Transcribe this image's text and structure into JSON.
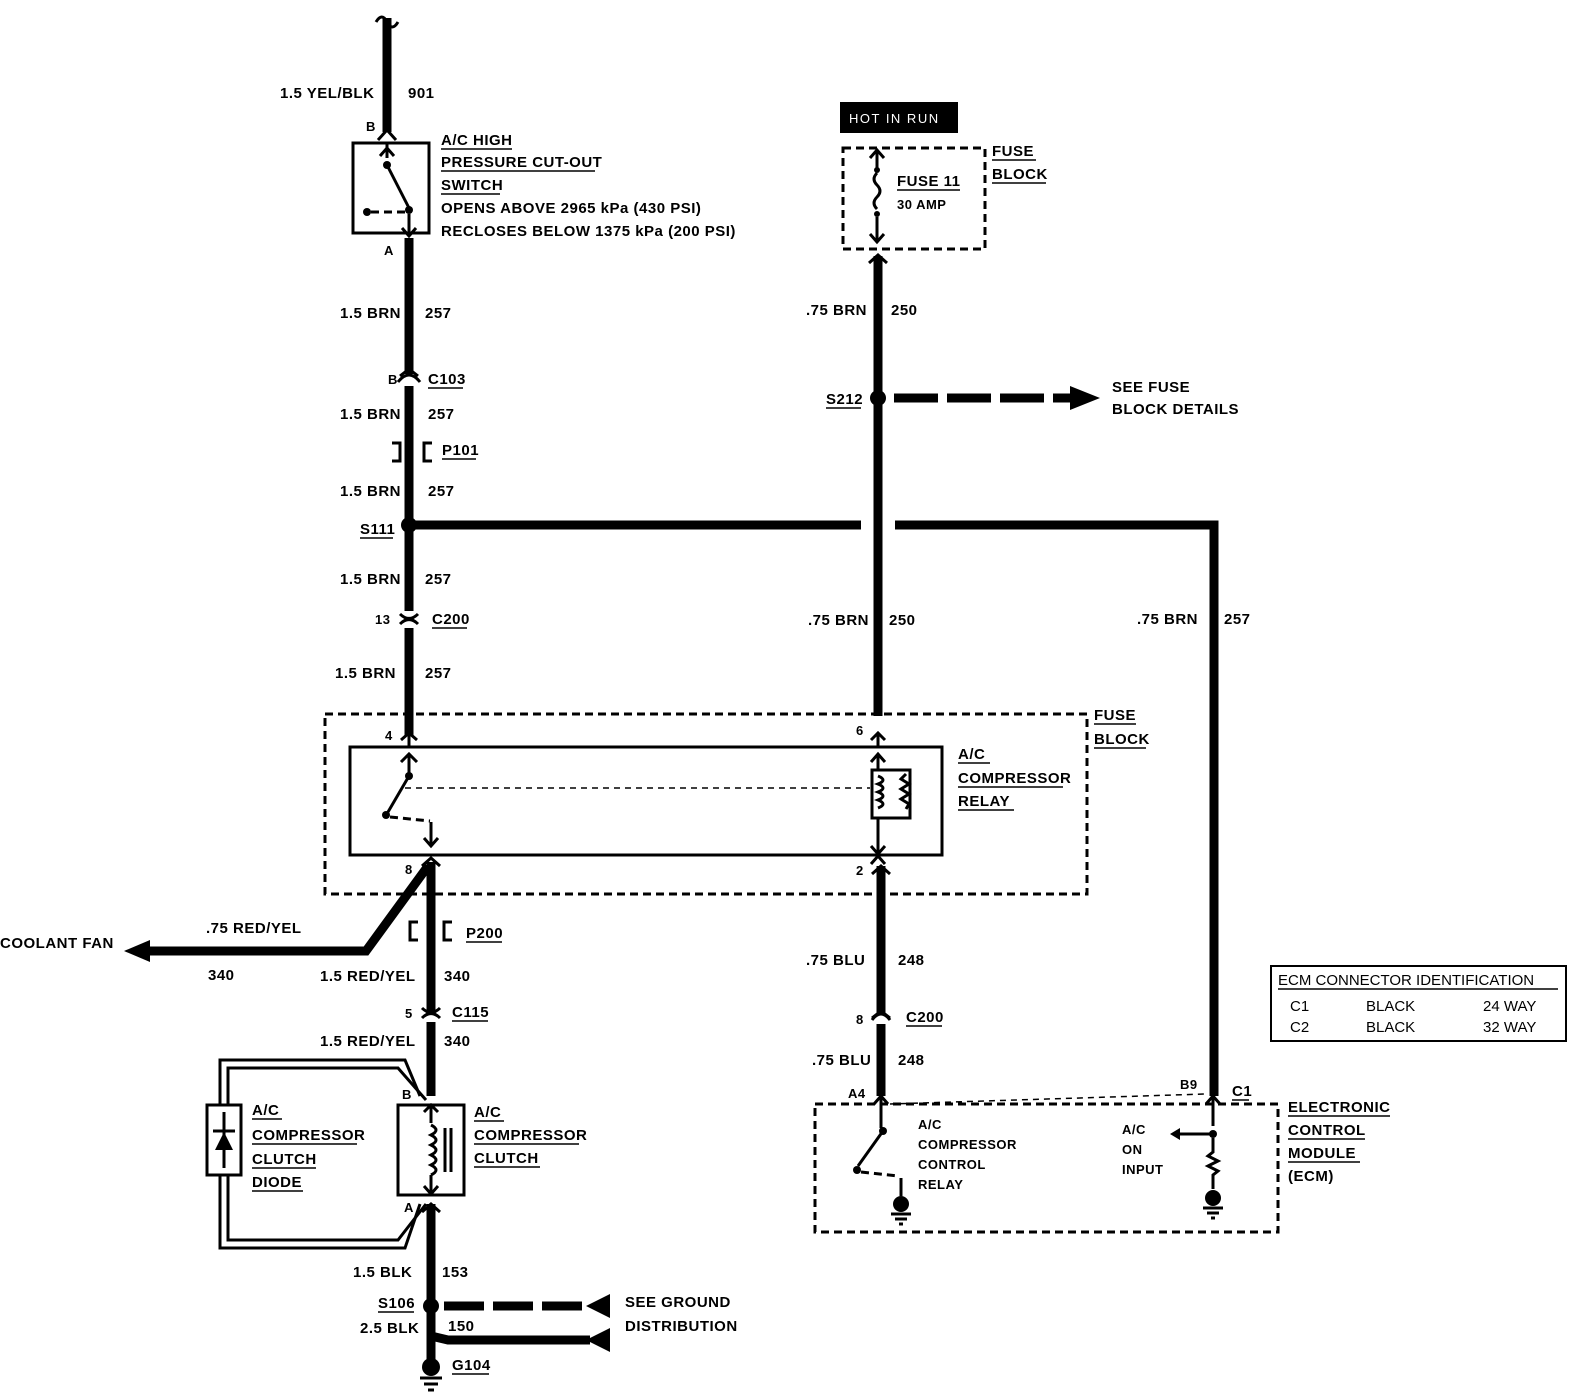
{
  "hot_in_run": "HOT IN RUN",
  "fuse_block_top": {
    "line1": "FUSE",
    "line2": "BLOCK"
  },
  "fuse": {
    "name": "FUSE 11",
    "rating": "30 AMP"
  },
  "pressure_switch": {
    "pin_b": "B",
    "pin_a": "A",
    "title1": "A/C HIGH",
    "title2": "PRESSURE CUT-OUT",
    "title3": "SWITCH",
    "note1": "OPENS ABOVE 2965 kPa (430 PSI)",
    "note2": "RECLOSES BELOW 1375 kPa (200 PSI)"
  },
  "wires": {
    "w901": {
      "label": "1.5 YEL/BLK",
      "circuit": "901"
    },
    "w257a": {
      "label": "1.5 BRN",
      "circuit": "257"
    },
    "w257b": {
      "label": "1.5 BRN",
      "circuit": "257"
    },
    "w257c": {
      "label": "1.5 BRN",
      "circuit": "257"
    },
    "w257d": {
      "label": "1.5 BRN",
      "circuit": "257"
    },
    "w257e": {
      "label": "1.5 BRN",
      "circuit": "257"
    },
    "w257f": {
      "label": ".75 BRN",
      "circuit": "257"
    },
    "w250a": {
      "label": ".75 BRN",
      "circuit": "250"
    },
    "w250b": {
      "label": ".75 BRN",
      "circuit": "250"
    },
    "w340fan": {
      "label": ".75 RED/YEL",
      "circuit": "340"
    },
    "w340a": {
      "label": "1.5 RED/YEL",
      "circuit": "340"
    },
    "w340b": {
      "label": "1.5 RED/YEL",
      "circuit": "340"
    },
    "w248a": {
      "label": ".75 BLU",
      "circuit": "248"
    },
    "w248b": {
      "label": ".75 BLU",
      "circuit": "248"
    },
    "w153": {
      "label": "1.5 BLK",
      "circuit": "153"
    },
    "w150": {
      "label": "2.5 BLK",
      "circuit": "150"
    }
  },
  "connectors": {
    "c103": {
      "name": "C103",
      "pin": "B"
    },
    "p101": {
      "name": "P101"
    },
    "c200_left": {
      "name": "C200",
      "pin": "13"
    },
    "p200": {
      "name": "P200"
    },
    "c115": {
      "name": "C115",
      "pin": "5"
    },
    "c200_right": {
      "name": "C200",
      "pin": "8"
    },
    "c1": {
      "name": "C1",
      "pin": "B9"
    }
  },
  "splices": {
    "s111": "S111",
    "s212": "S212",
    "s106": "S106",
    "g104": "G104"
  },
  "see_fuse": {
    "line1": "SEE FUSE",
    "line2": "BLOCK DETAILS"
  },
  "see_ground": {
    "line1": "SEE GROUND",
    "line2": "DISTRIBUTION"
  },
  "coolant_fan": "COOLANT FAN",
  "relay_block": {
    "fuse_line1": "FUSE",
    "fuse_line2": "BLOCK",
    "relay1": "A/C",
    "relay2": "COMPRESSOR",
    "relay3": "RELAY",
    "pin4": "4",
    "pin6": "6",
    "pin8": "8",
    "pin2": "2"
  },
  "diode": {
    "l1": "A/C",
    "l2": "COMPRESSOR",
    "l3": "CLUTCH",
    "l4": "DIODE"
  },
  "clutch": {
    "l1": "A/C",
    "l2": "COMPRESSOR",
    "l3": "CLUTCH",
    "pin_b": "B",
    "pin_a": "A"
  },
  "ecm": {
    "l1": "ELECTRONIC",
    "l2": "CONTROL",
    "l3": "MODULE",
    "l4": "(ECM)",
    "pin_a4": "A4",
    "relay1": "A/C",
    "relay2": "COMPRESSOR",
    "relay3": "CONTROL",
    "relay4": "RELAY",
    "input1": "A/C",
    "input2": "ON",
    "input3": "INPUT"
  },
  "ecm_table": {
    "title": "ECM CONNECTOR IDENTIFICATION",
    "rows": [
      {
        "conn": "C1",
        "color": "BLACK",
        "ways": "24 WAY"
      },
      {
        "conn": "C2",
        "color": "BLACK",
        "ways": "32 WAY"
      }
    ]
  }
}
